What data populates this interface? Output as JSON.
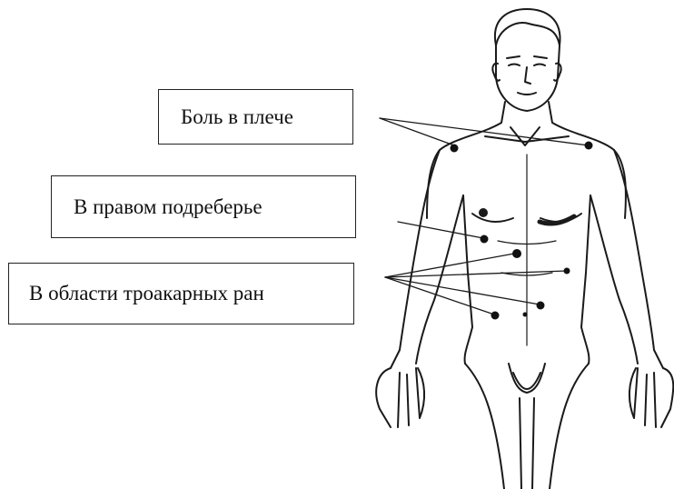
{
  "labels": {
    "shoulder_pain": "Боль в плече",
    "right_hypochondrium": "В правом подреберье",
    "trocar_wounds": "В области троакарных ран"
  },
  "colors": {
    "line": "#1a1a1a",
    "point": "#111111",
    "box_border": "#222222"
  }
}
